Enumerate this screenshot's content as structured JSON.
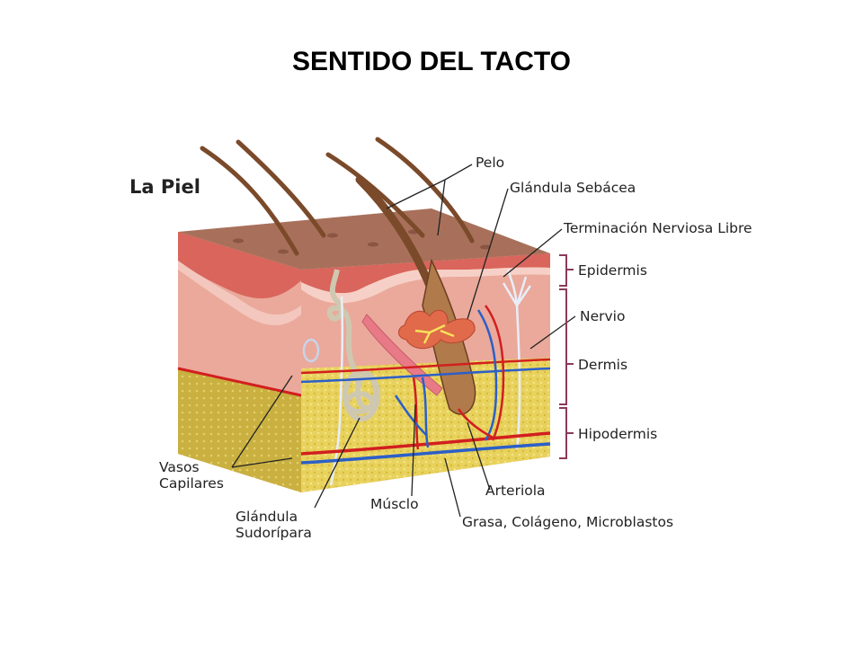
{
  "slide": {
    "title": "SENTIDO DEL TACTO"
  },
  "diagram": {
    "heading": "La Piel",
    "labels": {
      "pelo": "Pelo",
      "glandula_sebacea": "Glándula Sebácea",
      "terminacion_nerviosa": "Terminación Nerviosa Libre",
      "epidermis": "Epidermis",
      "nervio": "Nervio",
      "dermis": "Dermis",
      "hipodermis": "Hipodermis",
      "vasos_1": "Vasos",
      "vasos_2": "Capilares",
      "musculo": "Músclo",
      "arteriola": "Arteriola",
      "sudoripara_1": "Glándula",
      "sudoripara_2": "Sudorípara",
      "grasa": "Grasa, Colágeno, Microblastos"
    },
    "colors": {
      "surface": "#a8705a",
      "epidermis": "#dd7a72",
      "dermis": "#eaa99b",
      "hypodermis": "#e8d25c",
      "hair": "#7a4a2a",
      "artery": "#d21f1f",
      "vein": "#2c5fc8",
      "bracket": "#8a3a5a"
    }
  }
}
